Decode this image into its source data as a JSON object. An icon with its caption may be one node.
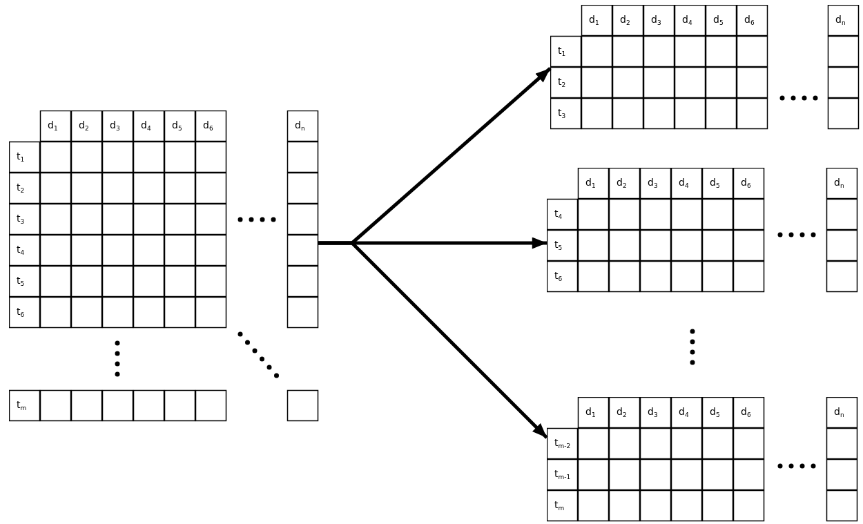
{
  "diagram": {
    "nodes": [
      {
        "text": [],
        "shape": "grid"
      },
      {
        "text": [],
        "shape": "grid"
      },
      {
        "text": [],
        "shape": "grid"
      },
      {
        "text": [],
        "shape": "grid"
      }
    ],
    "edges": [
      {
        "from": 0,
        "to": 1,
        "arrow": "to"
      },
      {
        "from": 0,
        "to": 2,
        "arrow": "to"
      },
      {
        "from": 0,
        "to": 3,
        "arrow": "to"
      }
    ],
    "labels": [
      "d$_{1}$",
      "d$_{2}$",
      "d$_{3}$",
      "d$_{4}$",
      "d$_{5}$",
      "d$_{6}$",
      "d$_{n}$",
      "t$_{1}$",
      "t$_{2}$",
      "t$_{3}$",
      "t$_{4}$",
      "t$_{5}$",
      "t$_{6}$",
      "t$_{m}$",
      "d$_{1}$",
      "d$_{2}$",
      "d$_{3}$",
      "d$_{4}$",
      "d$_{5}$",
      "d$_{6}$",
      "d$_{n}$",
      "t$_{1}$",
      "t$_{2}$",
      "t$_{3}$",
      "d$_{1}$",
      "d$_{2}$",
      "d$_{3}$",
      "d$_{4}$",
      "d$_{5}$",
      "d$_{6}$",
      "d$_{n}$",
      "t$_{4}$",
      "t$_{5}$",
      "t$_{6}$",
      "d$_{1}$",
      "d$_{2}$",
      "d$_{3}$",
      "d$_{4}$",
      "d$_{5}$",
      "d$_{6}$",
      "d$_{n}$",
      "t$_{m-2}$",
      "t$_{m-1}$",
      "t$_{m}$"
    ]
  }
}
